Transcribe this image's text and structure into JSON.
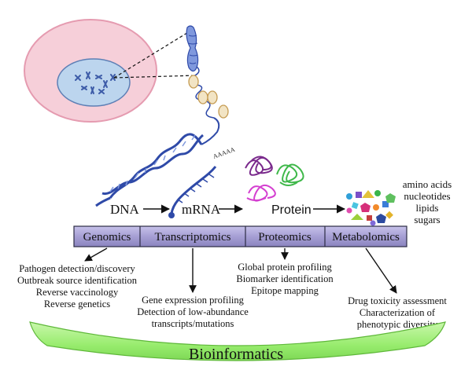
{
  "molecules": {
    "dna": "DNA",
    "mrna": "mRNA",
    "polya": "AAAAA",
    "protein": "Protein",
    "metabolites": [
      "amino acids",
      "nucleotides",
      "lipids",
      "sugars"
    ]
  },
  "omics": {
    "genomics": "Genomics",
    "transcriptomics": "Transcriptomics",
    "proteomics": "Proteomics",
    "metabolomics": "Metabolomics"
  },
  "applications": {
    "genomics": [
      "Pathogen detection/discovery",
      "Outbreak source identification",
      "Reverse vaccinology",
      "Reverse genetics"
    ],
    "transcriptomics": [
      "Gene expression profiling",
      "Detection of low-abundance",
      "transcripts/mutations"
    ],
    "proteomics": [
      "Global protein profiling",
      "Biomarker identification",
      "Epitope mapping"
    ],
    "metabolomics": [
      "Drug toxicity assessment",
      "Characterization of",
      "phenotypic diversity"
    ]
  },
  "bioinformatics": "Bioinformatics",
  "colors": {
    "cell_fill": "#f6cfd9",
    "cell_stroke": "#e59bb0",
    "nucleus_fill": "#bcd5ee",
    "dna_blue": "#2f4aa8",
    "dna_light": "#7f98dd",
    "bar_fill": "#a69fd4",
    "bar_border": "#2c2c44",
    "bioinformatics_fill": "#98ec6e"
  }
}
